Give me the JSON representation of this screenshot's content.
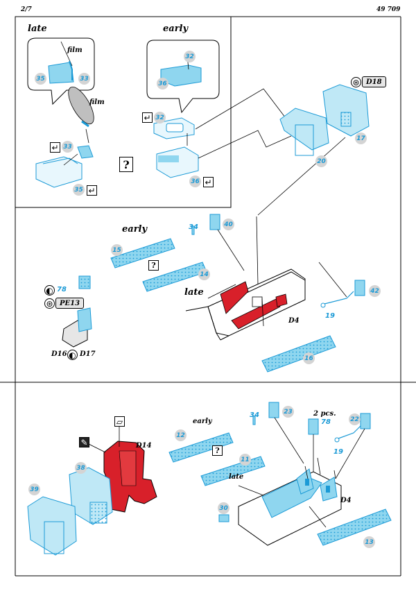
{
  "header": {
    "page": "2/7",
    "code": "49 709"
  },
  "step1": {
    "late_label": "late",
    "early_label": "early",
    "film_label_1": "film",
    "film_label_2": "film",
    "parts": {
      "p33a": "33",
      "p35a": "35",
      "p32a": "32",
      "p36a": "36",
      "p32b": "32",
      "p33b": "33",
      "p35b": "35",
      "p36b": "36",
      "p20": "20",
      "p17": "17"
    },
    "ref_d18": "D18",
    "unknown_mark": "?"
  },
  "step2": {
    "early_label": "early",
    "late_label": "late",
    "parts": {
      "p15": "15",
      "p14": "14",
      "p34": "34",
      "p40": "40",
      "p42": "42",
      "p19": "19",
      "p16": "16",
      "p78": "78"
    },
    "ref_pe13": "PE13",
    "ref_d4": "D4",
    "ref_d16": "D16",
    "ref_d17": "D17",
    "unknown_mark": "?"
  },
  "step3": {
    "early_label": "early",
    "late_label": "late",
    "pcs_label": "2 pcs.",
    "parts": {
      "p12": "12",
      "p11": "11",
      "p34": "34",
      "p23": "23",
      "p78": "78",
      "p22": "22",
      "p19": "19",
      "p30": "30",
      "p13": "13",
      "p38": "38",
      "p39": "39"
    },
    "ref_d14": "D14",
    "ref_d4": "D4",
    "unknown_mark": "?"
  },
  "icons": {
    "check": "check-mark-icon",
    "rotate": "rotate-icon",
    "paint": "paint-icon",
    "pencil": "pencil-icon",
    "glass": "glass-panel-icon"
  },
  "colors": {
    "photo_etch": "#8fd6ef",
    "etch_outline": "#1b9ad6",
    "red": "#d8202a",
    "badge_bg": "#d4d4d4"
  }
}
